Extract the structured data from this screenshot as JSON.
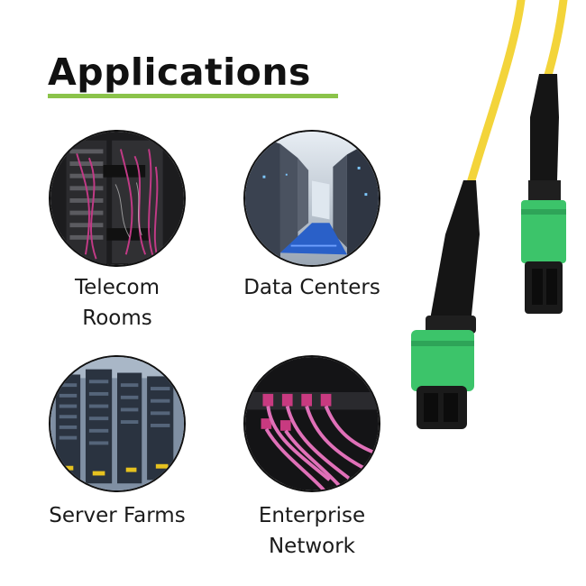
{
  "title": "Applications",
  "accent_color": "#8bc34a",
  "applications": [
    {
      "label_line1": "Telecom",
      "label_line2": "Rooms"
    },
    {
      "label_line1": "Data Centers",
      "label_line2": ""
    },
    {
      "label_line1": "Server Farms",
      "label_line2": ""
    },
    {
      "label_line1": "Enterprise",
      "label_line2": "Network"
    }
  ],
  "colors": {
    "cable_yellow": "#f3d43a",
    "connector_green": "#3cc46a",
    "patch_magenta": "#d0469a"
  }
}
